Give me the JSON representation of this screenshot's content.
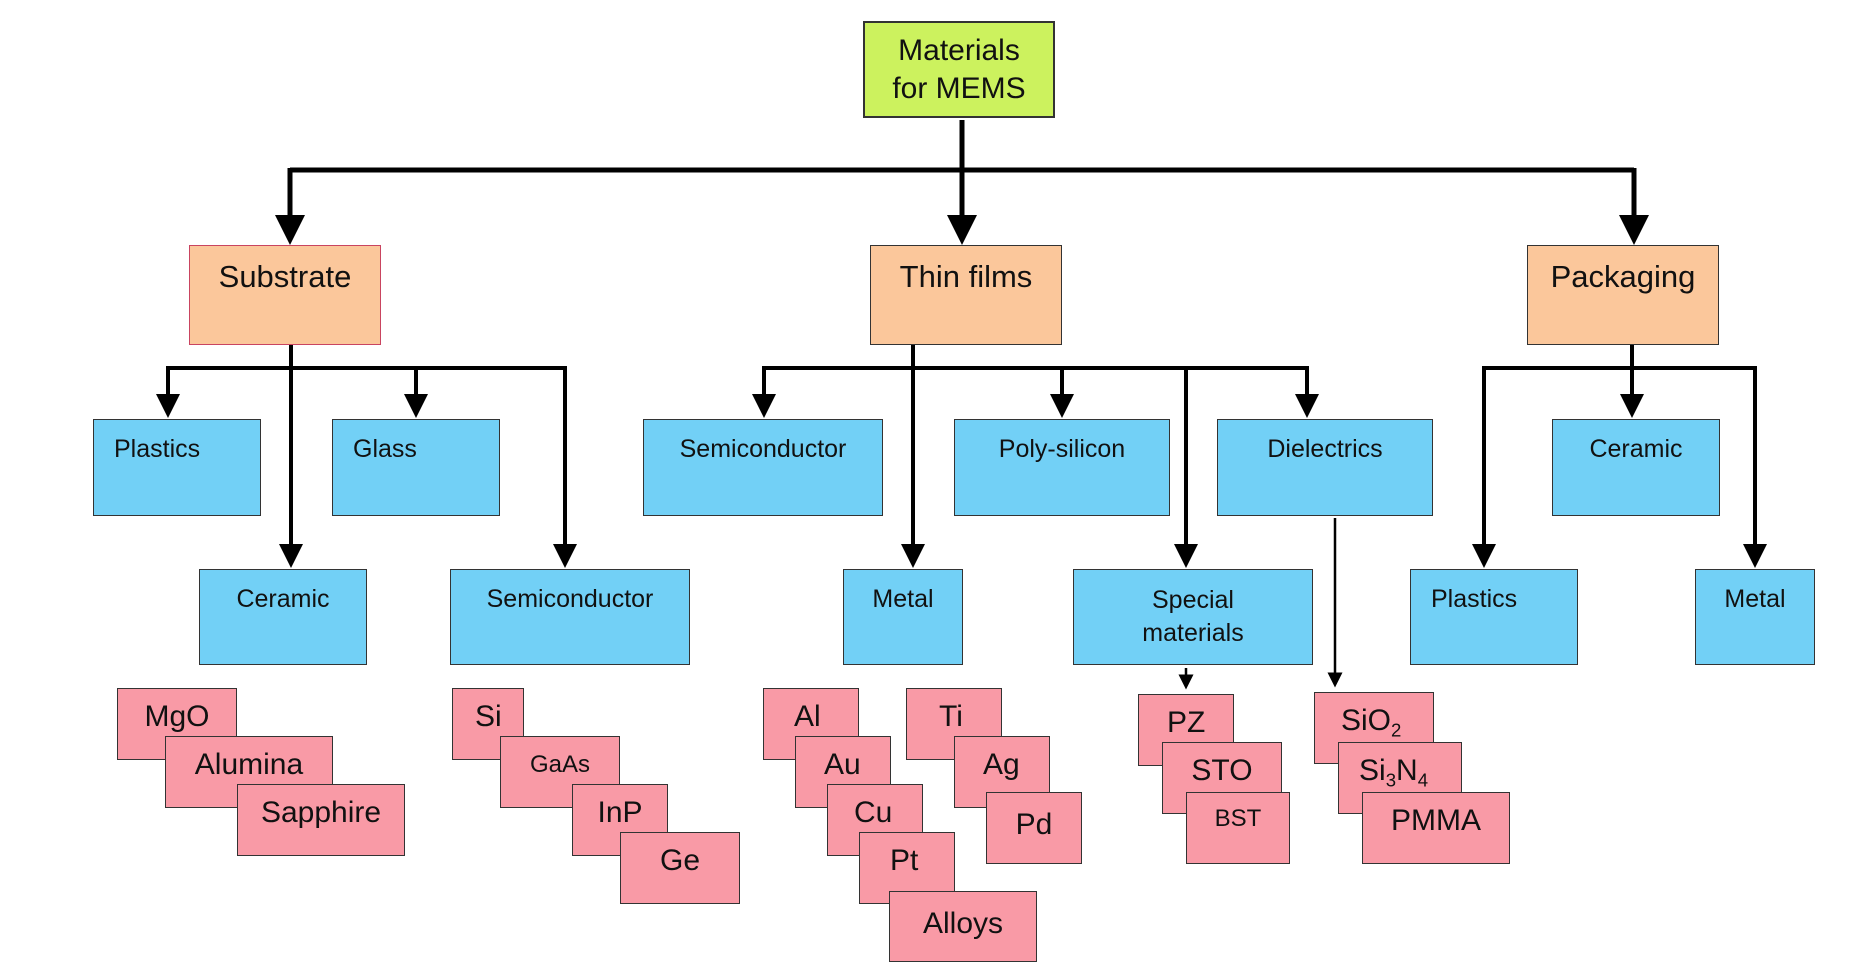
{
  "root": "Materials for MEMS",
  "root_lines": [
    "Materials",
    "for MEMS"
  ],
  "categories": {
    "substrate": "Substrate",
    "thin_films": "Thin films",
    "packaging": "Packaging"
  },
  "substrate": {
    "plastics": "Plastics",
    "glass": "Glass",
    "ceramic": "Ceramic",
    "semiconductor": "Semiconductor",
    "ceramic_materials": [
      "MgO",
      "Alumina",
      "Sapphire"
    ],
    "semiconductor_materials": [
      "Si",
      "GaAs",
      "InP",
      "Ge"
    ]
  },
  "thin_films": {
    "semiconductor": "Semiconductor",
    "metal": "Metal",
    "poly_silicon": "Poly-silicon",
    "special_materials": "Special materials",
    "special_lines": [
      "Special",
      "materials"
    ],
    "dielectrics": "Dielectrics",
    "metals_col1": [
      "Al",
      "Au",
      "Cu",
      "Pt",
      "Alloys"
    ],
    "metals_col2": [
      "Ti",
      "Ag",
      "Pd"
    ],
    "special_list": [
      "PZ",
      "STO",
      "BST"
    ],
    "dielectric_list": {
      "sio2": {
        "base": "SiO",
        "sub": "2"
      },
      "si3n4": {
        "base1": "Si",
        "sub1": "3",
        "base2": "N",
        "sub2": "4"
      },
      "pmma": "PMMA"
    }
  },
  "packaging": {
    "ceramic": "Ceramic",
    "plastics": "Plastics",
    "metal": "Metal"
  }
}
